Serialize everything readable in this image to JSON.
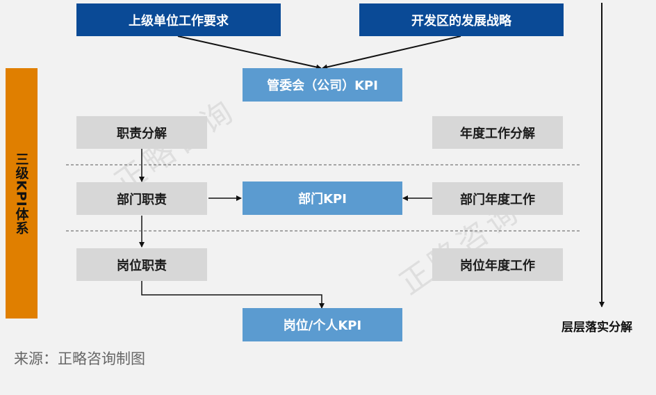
{
  "top": {
    "superior_requirement": "上级单位工作要求",
    "zone_strategy": "开发区的发展战略"
  },
  "kpi": {
    "committee": "管委会（公司）KPI",
    "department": "部门KPI",
    "position_personal": "岗位/个人KPI"
  },
  "left": {
    "duty_decomposition": "职责分解",
    "department_duty": "部门职责",
    "position_duty": "岗位职责"
  },
  "right": {
    "annual_work_decomposition": "年度工作分解",
    "department_annual_work": "部门年度工作",
    "position_annual_work": "岗位年度工作"
  },
  "side": {
    "system_label": "三级KPI体系",
    "cascade_label": "层层落实分解"
  },
  "source": "来源：正略咨询制图",
  "watermark": {
    "text": "正略咨询"
  },
  "colors": {
    "dark_blue": "#0a4a96",
    "light_blue": "#5b9bd0",
    "gray": "#d7d7d7",
    "orange": "#e07f00"
  }
}
